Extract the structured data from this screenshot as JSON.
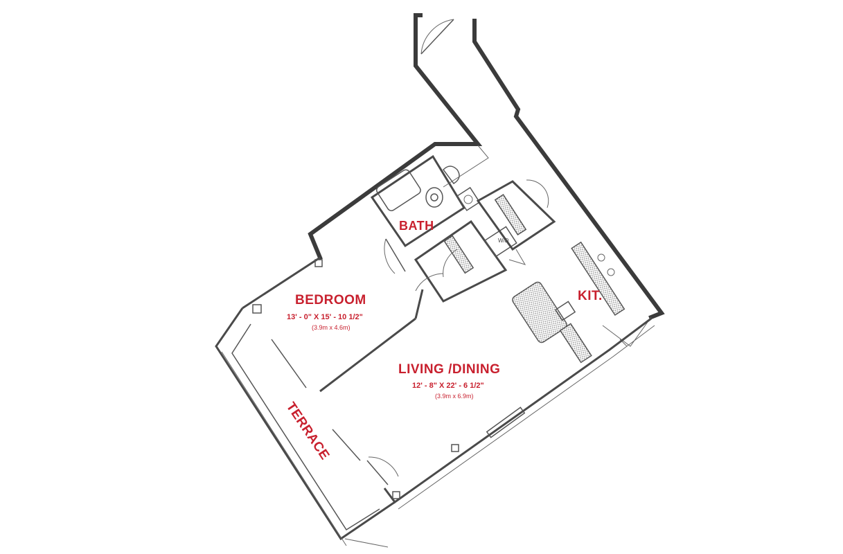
{
  "colors": {
    "label_red": "#c8202e",
    "wall_gray": "#3b3b3b",
    "background": "#ffffff"
  },
  "rooms": {
    "bath": {
      "name": "BATH"
    },
    "bedroom": {
      "name": "BEDROOM",
      "dimensions": "13' - 0\" X 15' - 10 1/2\"",
      "metric": "(3.9m x 4.6m)"
    },
    "kitchen": {
      "name": "KIT."
    },
    "living_dining": {
      "name": "LIVING /DINING",
      "dimensions": "12' - 8\" X 22' - 6 1/2\"",
      "metric": "(3.9m x 6.9m)"
    },
    "terrace": {
      "name": "TERRACE"
    },
    "laundry": {
      "name": "W/D"
    }
  }
}
